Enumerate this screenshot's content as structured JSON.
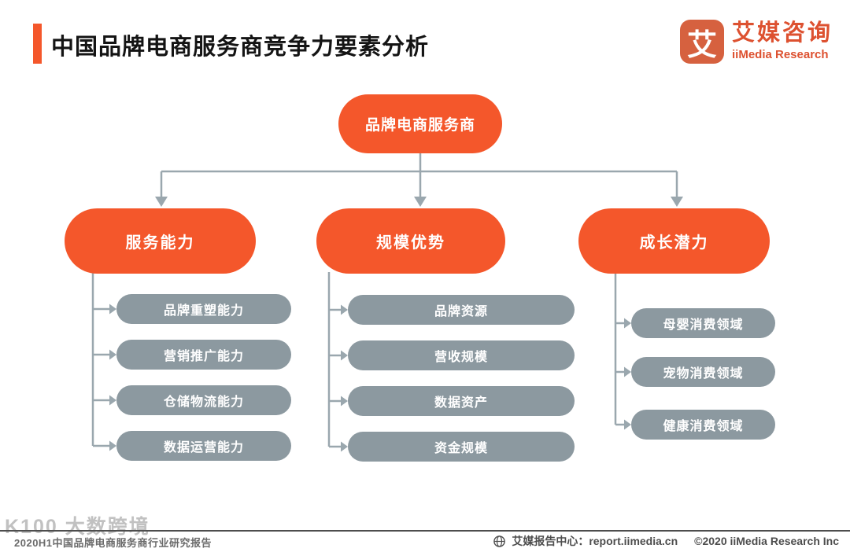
{
  "header": {
    "title": "中国品牌电商服务商竞争力要素分析",
    "brand": {
      "logo_glyph": "艾",
      "name_cn": "艾媒咨询",
      "name_en": "iiMedia Research"
    }
  },
  "colors": {
    "accent_orange": "#F4572B",
    "node_gray": "#8C99A0",
    "connector_gray": "#9AA7AE"
  },
  "icons": {
    "logo": "iimedia-logo-icon",
    "globe": "globe-icon"
  },
  "diagram": {
    "root": "品牌电商服务商",
    "branches": [
      {
        "label": "服务能力",
        "children": [
          "品牌重塑能力",
          "营销推广能力",
          "仓储物流能力",
          "数据运营能力"
        ]
      },
      {
        "label": "规模优势",
        "children": [
          "品牌资源",
          "营收规模",
          "数据资产",
          "资金规模"
        ]
      },
      {
        "label": "成长潜力",
        "children": [
          "母婴消费领域",
          "宠物消费领域",
          "健康消费领域"
        ]
      }
    ]
  },
  "footer": {
    "watermark": "K100 大数跨境",
    "report_title": "2020H1中国品牌电商服务商行业研究报告",
    "source_label": "艾媒报告中心：report.iimedia.cn",
    "copyright": "©2020  iiMedia Research  Inc"
  }
}
